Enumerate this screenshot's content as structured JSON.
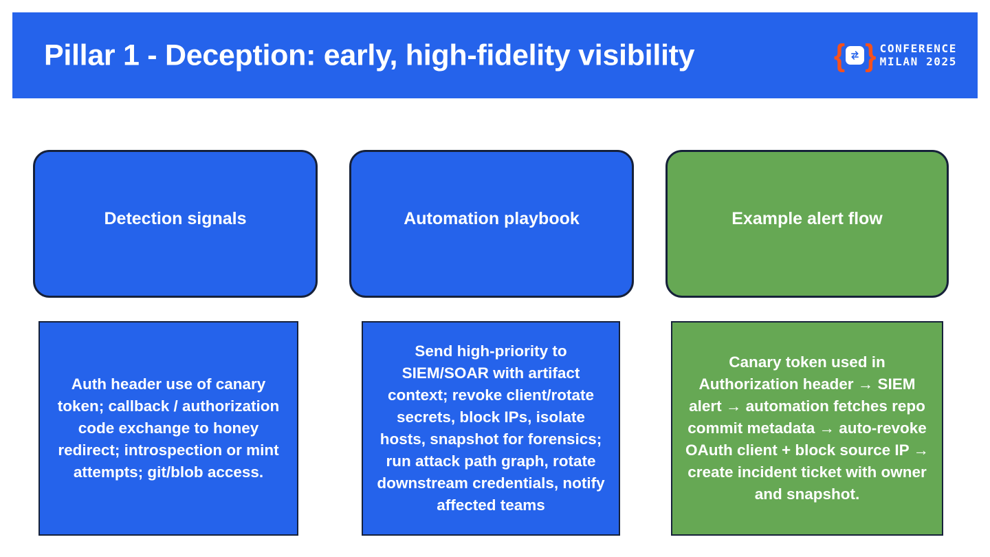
{
  "slide": {
    "title": "Pillar 1 - Deception: early, high-fidelity visibility",
    "banner_color": "#2563eb",
    "blue": "#2563eb",
    "green": "#66a854",
    "border_color": "#16213a",
    "text_color": "#ffffff"
  },
  "logo": {
    "brace_left": "{",
    "brace_right": "}",
    "brace_color": "#f4511e",
    "icon_name": "swap-arrows-icon",
    "line1": "CONFERENCE",
    "line2": "MILAN 2025"
  },
  "columns": [
    {
      "heading": "Detection signals",
      "body": "Auth header use of canary token; callback / authorization code exchange to honey redirect; introspection or mint attempts; git/blob access.",
      "accent": "#2563eb"
    },
    {
      "heading": "Automation playbook",
      "body": "Send high-priority to SIEM/SOAR with artifact context; revoke client/rotate secrets, block IPs, isolate hosts, snapshot for forensics; run attack path graph, rotate downstream credentials, notify affected teams",
      "accent": "#2563eb"
    },
    {
      "heading": "Example alert flow",
      "body": "Canary token used in Authorization header → SIEM alert → automation fetches repo commit metadata → auto-revoke OAuth client + block source IP → create incident ticket with owner and snapshot.",
      "accent": "#66a854"
    }
  ]
}
